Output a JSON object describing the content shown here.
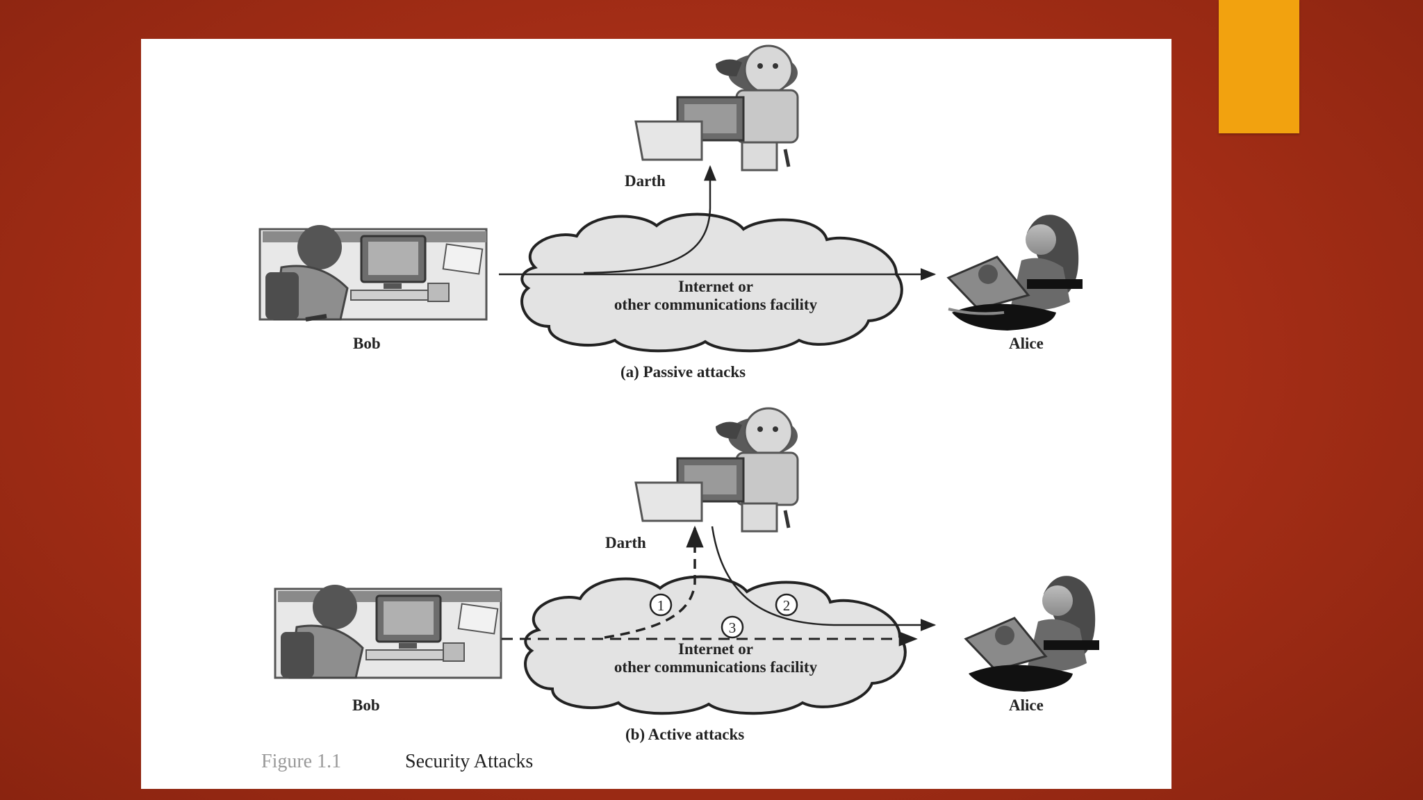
{
  "figure": {
    "number": "Figure 1.1",
    "title": "Security Attacks"
  },
  "panel_a": {
    "caption": "(a) Passive attacks",
    "attacker": "Darth",
    "sender": "Bob",
    "receiver": "Alice",
    "cloud_line1": "Internet or",
    "cloud_line2": "other communications facility"
  },
  "panel_b": {
    "caption": "(b) Active attacks",
    "attacker": "Darth",
    "sender": "Bob",
    "receiver": "Alice",
    "cloud_line1": "Internet or",
    "cloud_line2": "other communications facility",
    "step1": "1",
    "step2": "2",
    "step3": "3"
  },
  "colors": {
    "background": "#a82f17",
    "accent": "#f2a20f",
    "card": "#ffffff"
  }
}
